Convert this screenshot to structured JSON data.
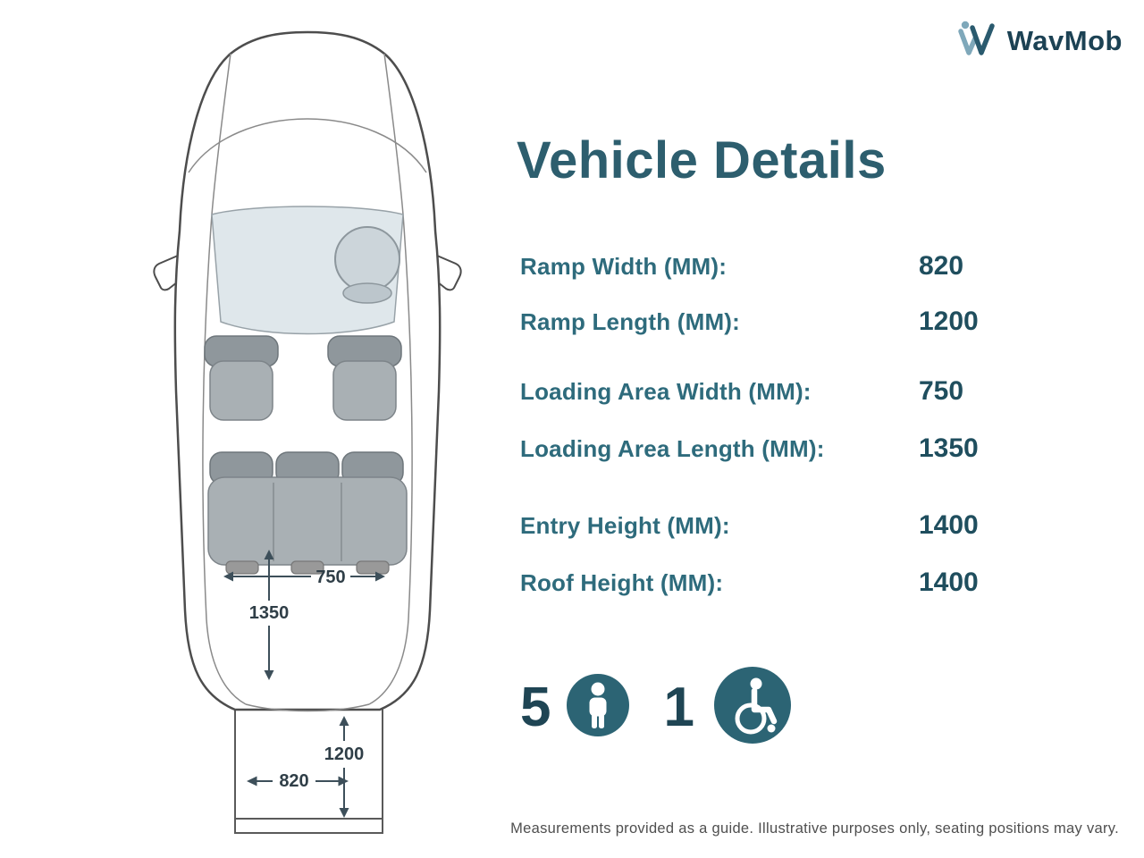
{
  "logo": {
    "text": "WavMob"
  },
  "title": "Vehicle Details",
  "specs": [
    {
      "label": "Ramp Width (MM):",
      "value": "820"
    },
    {
      "label": "Ramp Length (MM):",
      "value": "1200"
    },
    {
      "label": "Loading Area Width (MM):",
      "value": "750"
    },
    {
      "label": "Loading Area Length (MM):",
      "value": "1350"
    },
    {
      "label": "Entry Height (MM):",
      "value": "1400"
    },
    {
      "label": "Roof Height (MM):",
      "value": "1400"
    }
  ],
  "capacity": {
    "seats": "5",
    "wheelchairs": "1"
  },
  "diagram": {
    "interior_width": "750",
    "interior_length": "1350",
    "ramp_length": "1200",
    "ramp_width": "820"
  },
  "footer": "Measurements provided as a guide. Illustrative purposes only, seating positions may vary.",
  "colors": {
    "accent": "#2C6474",
    "heading": "#2D5E6E",
    "label_teal": "#2E6B7C",
    "value_dark": "#1F4E5E"
  }
}
